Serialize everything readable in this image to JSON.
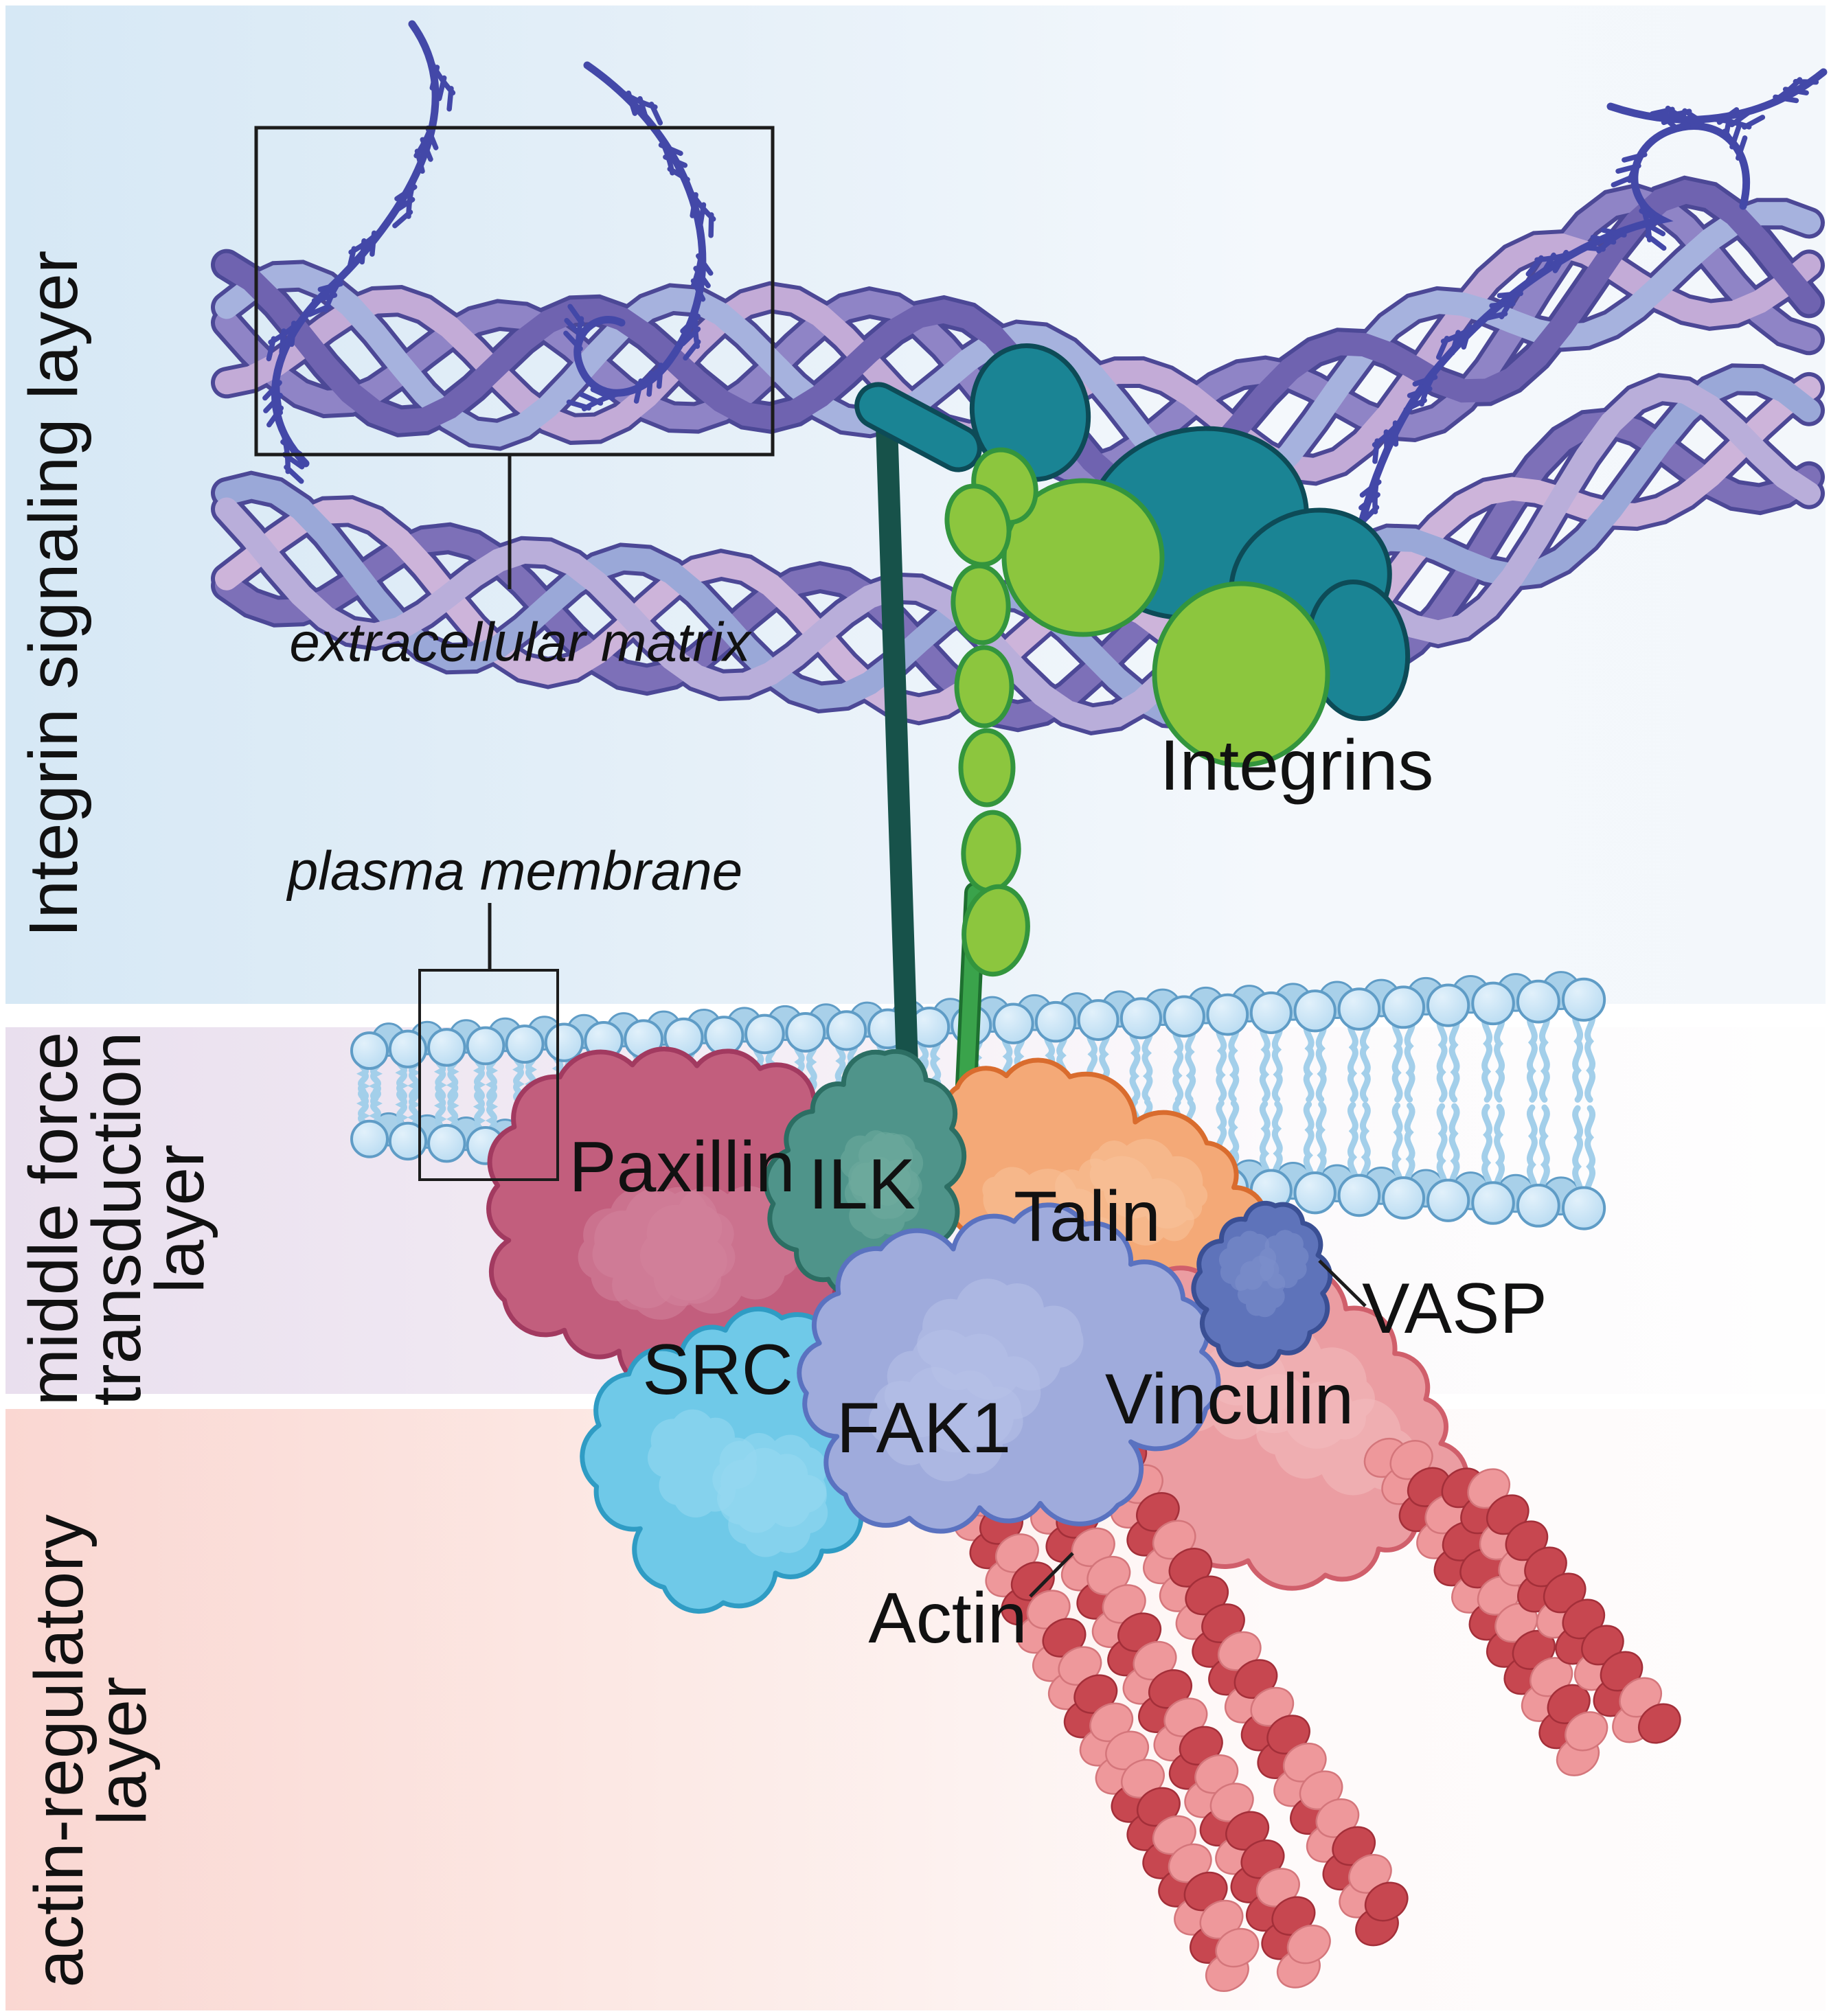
{
  "layers": [
    {
      "id": "integrin-signaling",
      "label": "Integrin signaling layer"
    },
    {
      "id": "force-transduction",
      "label": "middle force\ntransduction\nlayer"
    },
    {
      "id": "actin-regulatory",
      "label": "actin-regulatory\nlayer"
    }
  ],
  "annotations": {
    "extracellular_matrix": "extracellular matrix",
    "plasma_membrane": "plasma membrane",
    "integrins": "Integrins",
    "actin": "Actin"
  },
  "proteins": {
    "paxillin": "Paxillin",
    "ilk": "ILK",
    "talin": "Talin",
    "fak1": "FAK1",
    "src": "SRC",
    "vasp": "VASP",
    "vinculin": "Vinculin"
  },
  "colors": {
    "band_top": [
      "#d6e8f5",
      "#e4eff8",
      "#f4f8fc",
      "#f3f7fb"
    ],
    "band_mid": [
      "#e9dfee",
      "#f2ebf4",
      "#fcfafc",
      "#fefefe"
    ],
    "band_bottom": [
      "#fad7d2",
      "#fce9e5",
      "#fefafa",
      "#fefcfc"
    ],
    "rope_outline": "#4c4896",
    "rope_strands_a": [
      "#8f84c6",
      "#c3abd7",
      "#a6b2de",
      "#6f63b0"
    ],
    "rope_strands_b": [
      "#7d70b8",
      "#cdb4da",
      "#9aa8d8",
      "#b9aeda"
    ],
    "fibril": "#4348a8",
    "membrane_head": "#badcf2",
    "membrane_head_hi": "#e2f1fb",
    "membrane_head_back": "#a8d0e9",
    "membrane_head_stroke": "#5f9cc6",
    "membrane_tail": "#a3cfea",
    "integrin_teal": "#1a8494",
    "integrin_teal_stroke": "#0d4b57",
    "integrin_green": "#8cc63e",
    "integrin_green_stroke": "#33953d",
    "stalk_dark": "#17524a",
    "stalk_green": "#3aa34b",
    "stalk_green_edge": "#1e7030",
    "paxillin": "#c25e7d",
    "paxillin_stroke": "#a23a60",
    "paxillin_light": "#d4849c",
    "ilk": "#4f948a",
    "ilk_stroke": "#2c6e63",
    "ilk_light": "#6fab9f",
    "talin": "#f4a977",
    "talin_stroke": "#d96c2e",
    "talin_light": "#f8c29a",
    "fak1": "#9fabdc",
    "fak1_stroke": "#5a72c0",
    "fak1_light": "#b7c1e8",
    "src": "#6fc9e8",
    "src_stroke": "#2f9cc4",
    "src_light": "#97d8f0",
    "vasp": "#5e73ba",
    "vasp_stroke": "#3a4f94",
    "vasp_light": "#7а87c7",
    "vasp_light_fix": "#7d90cc",
    "vinculin": "#eb9da2",
    "vinculin_stroke": "#d05f6b",
    "vinculin_light": "#f3bcbe",
    "actin_dark": "#c74750",
    "actin_light": "#ee989b",
    "callout": "#1c1c1c",
    "label": "#111111"
  }
}
